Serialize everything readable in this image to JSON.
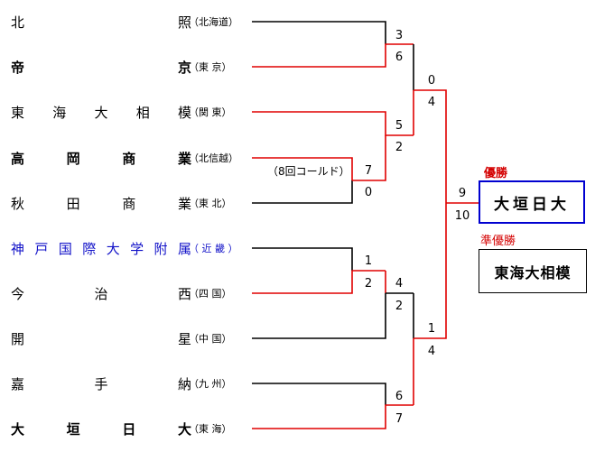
{
  "teams": [
    {
      "name": "北照",
      "region": "（北海道）",
      "bold": false,
      "blue": false
    },
    {
      "name": "帝京",
      "region": "（東 京）",
      "bold": true,
      "blue": false
    },
    {
      "name": "東海大相模",
      "region": "（関 東）",
      "bold": false,
      "blue": false
    },
    {
      "name": "高岡商業",
      "region": "（北信越）",
      "bold": true,
      "blue": false
    },
    {
      "name": "秋田商業",
      "region": "（東 北）",
      "bold": false,
      "blue": false
    },
    {
      "name": "神戸国際大学附属",
      "region": "（ 近 畿 ）",
      "bold": false,
      "blue": true
    },
    {
      "name": "今治西",
      "region": "（四 国）",
      "bold": false,
      "blue": false
    },
    {
      "name": "開星",
      "region": "（中 国）",
      "bold": false,
      "blue": false
    },
    {
      "name": "嘉手納",
      "region": "（九 州）",
      "bold": false,
      "blue": false
    },
    {
      "name": "大垣日大",
      "region": "（東 海）",
      "bold": true,
      "blue": false
    }
  ],
  "scores": {
    "r2_m1_top": "3",
    "r2_m1_bottom": "6",
    "r1_m1_top": "7",
    "r1_m1_bottom": "0",
    "r2_m2_top": "5",
    "r2_m2_bottom": "2",
    "r1_m2_top": "1",
    "r1_m2_bottom": "2",
    "r2_m3_top": "4",
    "r2_m3_bottom": "2",
    "r2_m4_top": "6",
    "r2_m4_bottom": "7",
    "sf_top_top": "0",
    "sf_top_bottom": "4",
    "sf_bottom_top": "1",
    "sf_bottom_bottom": "4",
    "final_top": "9",
    "final_bottom": "10"
  },
  "note_cold": "（8回コールド）",
  "champion": {
    "label": "優勝",
    "name": "大垣日大"
  },
  "runner_up": {
    "label": "準優勝",
    "name": "東海大相模"
  },
  "colors": {
    "win": "#e00000",
    "lose": "#000000",
    "champion_border": "#0000d0",
    "highlight_text": "#1010c8"
  }
}
